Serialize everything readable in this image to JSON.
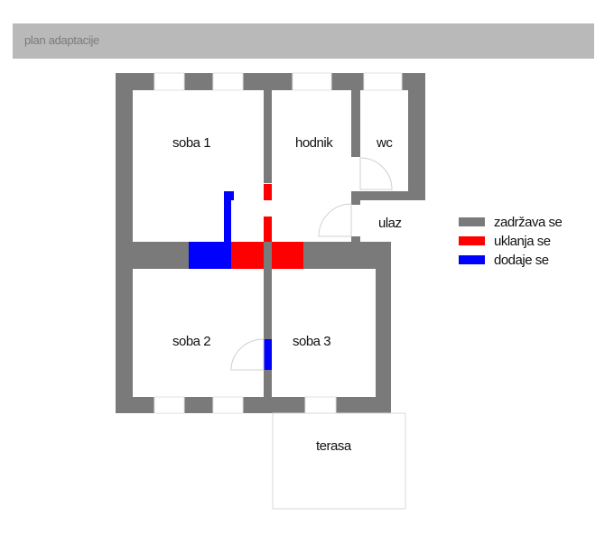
{
  "header": {
    "title": "plan adaptacije"
  },
  "rooms": {
    "soba1": "soba 1",
    "hodnik": "hodnik",
    "wc": "wc",
    "ulaz": "ulaz",
    "soba2": "soba 2",
    "soba3": "soba 3",
    "terasa": "terasa"
  },
  "legend": [
    {
      "label": "zadržava se",
      "color": "#7a7a7a"
    },
    {
      "label": "uklanja se",
      "color": "#ff0000"
    },
    {
      "label": "dodaje se",
      "color": "#0000ff"
    }
  ],
  "colors": {
    "wall": "#7a7a7a",
    "removed": "#ff0000",
    "added": "#0000ff",
    "title_bar": "#b9b9b9"
  }
}
